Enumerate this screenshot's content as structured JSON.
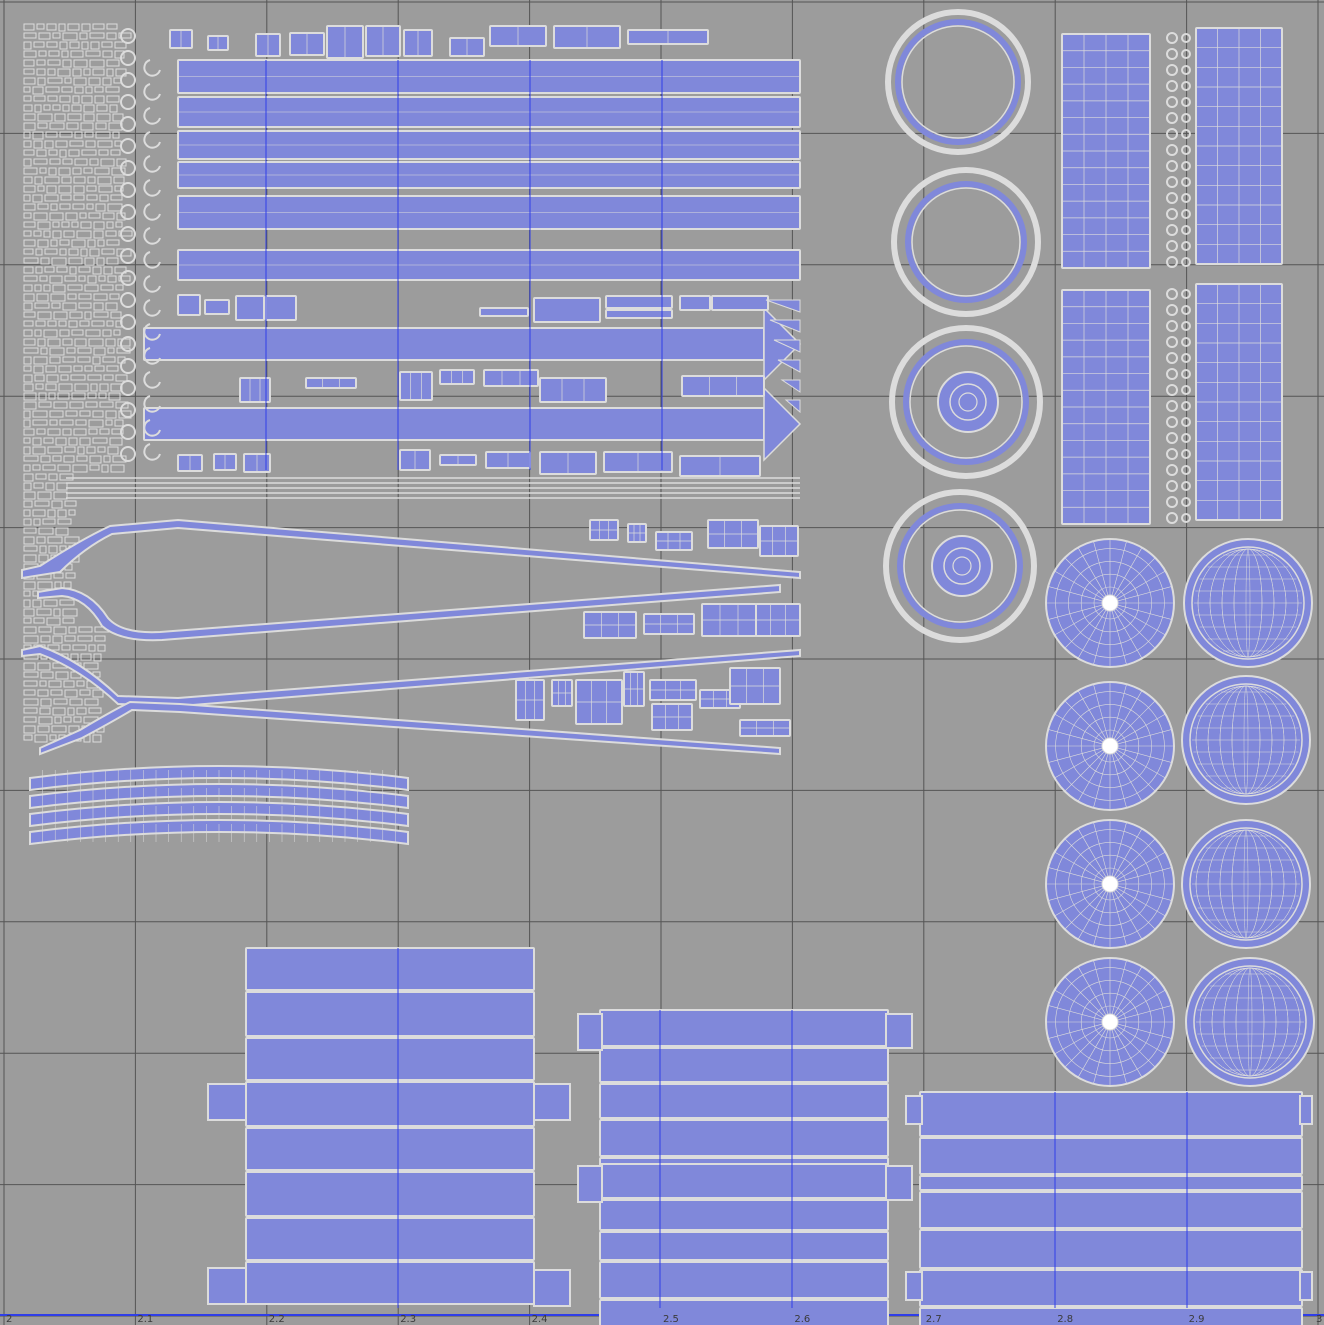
{
  "viewport": {
    "background_color": "#9c9c9c",
    "grid_color": "#555555",
    "blue_grid_color": "#2f3ee8",
    "shell_fill_color": "#8088da",
    "wire_color": "#dcdcdc",
    "tick_label_color": "#3a3a3a",
    "u_tick_labels": [
      "2",
      "2.1",
      "2.2",
      "2.3",
      "2.4",
      "2.5",
      "2.6",
      "2.7",
      "2.8",
      "2.9",
      "3"
    ]
  }
}
